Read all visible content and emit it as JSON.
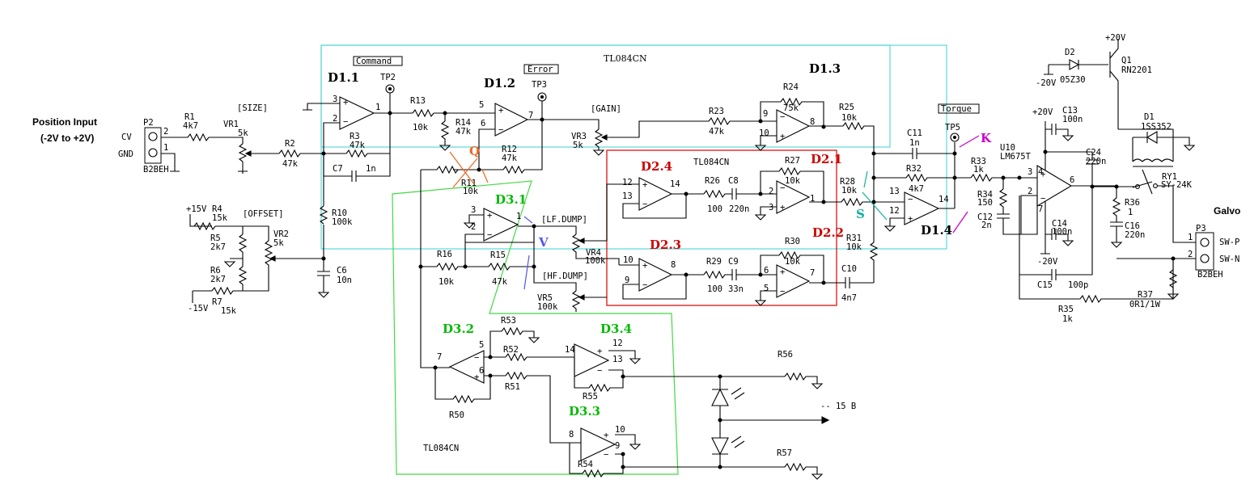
{
  "title": {
    "line1": "Position Input",
    "line2": "(-2V to +2V)",
    "galvo": "Galvo"
  },
  "colors": {
    "cyan_box": "#5ad8d8",
    "red_box": "#e01010",
    "green_box": "#44d844",
    "red_text": "#d00000",
    "green_text": "#00bb00",
    "magenta": "#cc00cc",
    "blue": "#5555ee",
    "teal": "#10b0a0",
    "orange": "#ee6622"
  },
  "blocks": {
    "d11": "D1.1",
    "d12": "D1.2",
    "d13": "D1.3",
    "d14": "D1.4",
    "d21": "D2.1",
    "d22": "D2.2",
    "d23": "D2.3",
    "d24": "D2.4",
    "d31": "D3.1",
    "d32": "D3.2",
    "d33": "D3.3",
    "d34": "D3.4",
    "chip1": "TL084CN",
    "chip2": "TL084CN",
    "chip3": "TL084CN"
  },
  "markers": {
    "q": "Q",
    "k": "K",
    "s": "S",
    "v": "V"
  },
  "boxed_labels": {
    "command": "Command",
    "error": "Error",
    "torque": "Torque"
  },
  "net_labels": {
    "size": "[SIZE]",
    "gain": "[GAIN]",
    "offset": "[OFFSET]",
    "lf": "[LF.DUMP]",
    "hf": "[HF.DUMP]",
    "minus15": "-- 15 B"
  },
  "connectors": {
    "p2": "P2",
    "p2_cv": "CV",
    "p2_gnd": "GND",
    "p2_pin2": "2",
    "p2_pin1": "1",
    "p2_type": "B2BEH",
    "p3": "P3",
    "p3_swp": "SW-P",
    "p3_swn": "SW-N",
    "p3_pin1": "1",
    "p3_pin2": "2",
    "p3_type": "B2BEH"
  },
  "testpoints": {
    "tp2": "TP2",
    "tp3": "TP3",
    "tp5": "TP5"
  },
  "components": {
    "r1": "R1",
    "r1v": "4k7",
    "vr1": "VR1",
    "vr1v": "5k",
    "r2": "R2",
    "r2v": "47k",
    "r3": "R3",
    "r3v": "47k",
    "c7": "C7",
    "c7v": "1n",
    "r10": "R10",
    "r10v": "100k",
    "c6": "C6",
    "c6v": "10n",
    "r4": "R4",
    "r4v": "15k",
    "r5": "R5",
    "r5v": "2k7",
    "r6": "R6",
    "r6v": "2k7",
    "r7": "R7",
    "r7v": "15k",
    "vr2": "VR2",
    "vr2v": "5k",
    "p15": "+15V",
    "m15": "-15V",
    "r13": "R13",
    "r13v": "10k",
    "r14": "R14",
    "r14v": "47k",
    "r12": "R12",
    "r12v": "47k",
    "r11": "R11",
    "r11v": "10k",
    "vr3": "VR3",
    "vr3v": "5k",
    "r23": "R23",
    "r23v": "47k",
    "r24": "R24",
    "r24v": "75k",
    "r25": "R25",
    "r25v": "10k",
    "c11": "C11",
    "c11v": "1n",
    "r32": "R32",
    "r32v": "4k7",
    "r33": "R33",
    "r33v": "1k",
    "r26": "R26",
    "r26v": "100",
    "c8": "C8",
    "c8v": "220n",
    "r27": "R27",
    "r27v": "10k",
    "r28": "R28",
    "r28v": "10k",
    "r29": "R29",
    "r29v": "100",
    "c9": "C9",
    "c9v": "33n",
    "r30": "R30",
    "r30v": "10k",
    "r31": "R31",
    "r31v": "10k",
    "c10": "C10",
    "c10v": "4n7",
    "vr4": "VR4",
    "vr4v": "100k",
    "vr5": "VR5",
    "vr5v": "100k",
    "r16": "R16",
    "r16v": "10k",
    "r15": "R15",
    "r15v": "47k",
    "r53": "R53",
    "r52": "R52",
    "r51": "R51",
    "r50": "R50",
    "r55": "R55",
    "r54": "R54",
    "r56": "R56",
    "r57": "R57",
    "d2": "D2",
    "d2v": "05Z30",
    "q1": "Q1",
    "q1v": "RN2201",
    "d1": "D1",
    "d1v": "1SS352",
    "p20a": "+20V",
    "p20b": "+20V",
    "m20a": "-20V",
    "m20b": "-20V",
    "c13": "C13",
    "c13v": "100n",
    "u10": "U10",
    "u10v": "LM675T",
    "c24": "C24",
    "c24v": "220n",
    "r34": "R34",
    "r34v": "150",
    "c12": "C12",
    "c12v": "2n",
    "c14": "C14",
    "c14v": "100n",
    "c15": "C15",
    "c15v": "100p",
    "r35": "R35",
    "r35v": "1k",
    "r36": "R36",
    "r36v": "1",
    "c16": "C16",
    "c16v": "220n",
    "r37": "R37",
    "r37v": "0R1/1W",
    "ry1": "RY1",
    "ry1v": "SY-24K"
  },
  "pins": {
    "p3a": "3",
    "p2a": "2",
    "p1a": "1",
    "p5": "5",
    "p6": "6",
    "p7": "7",
    "p9": "9",
    "p10": "10",
    "p8": "8",
    "p13": "13",
    "p12": "12",
    "p14": "14",
    "p12b": "12",
    "p13b": "13",
    "p14b": "14",
    "p2b": "2",
    "p3b": "3",
    "p1b": "1",
    "p10b": "10",
    "p9b": "9",
    "p8b": "8",
    "p6b": "6",
    "p5b": "5",
    "p7b": "7",
    "p3c": "3",
    "p2c": "2",
    "p1c": "1",
    "p7c": "7",
    "p5c": "5",
    "p6c": "6",
    "p14c": "14",
    "p12c": "12",
    "p13c": "13",
    "p8c": "8",
    "p10c": "10",
    "p9c": "9",
    "u3": "3",
    "u2": "2",
    "u6": "6",
    "u7": "7",
    "u4": "4"
  }
}
